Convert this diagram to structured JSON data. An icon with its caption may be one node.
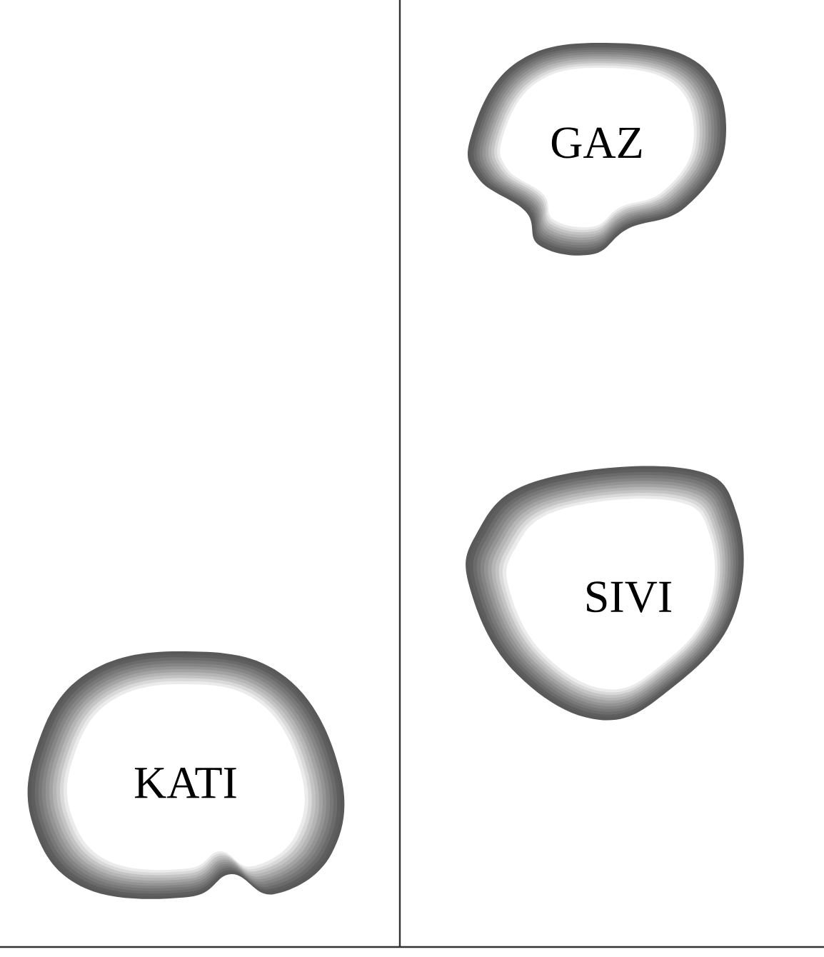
{
  "diagram": {
    "nodes": [
      {
        "text": [
          "GAZ"
        ]
      },
      {
        "text": [
          "SIVI"
        ]
      },
      {
        "text": [
          "KATI"
        ]
      }
    ]
  }
}
